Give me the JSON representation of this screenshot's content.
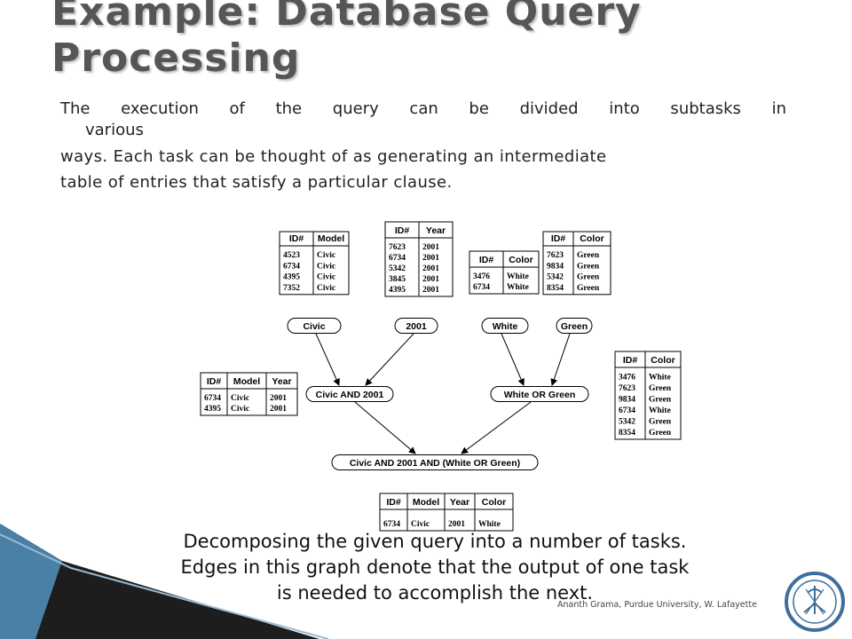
{
  "slide": {
    "title_line1": "Example: Database Query",
    "title_line2": "Processing",
    "intro_line1": "The execution of the query can be divided into subtasks in",
    "intro_line1b": "various",
    "intro_line2": "ways. Each task can be thought of as generating an intermediate",
    "intro_line3": "table of entries that satisfy a particular clause.",
    "caption_line1": "Decomposing the given query into a number of tasks.",
    "caption_line2": "Edges in this graph denote that the output of one task",
    "caption_line3": "is needed to accomplish the next.",
    "footer_credit": "Ananth Grama, Purdue University, W. Lafayette"
  },
  "diagram": {
    "tables": {
      "model": {
        "headers": [
          "ID#",
          "Model"
        ],
        "rows": [
          [
            "4523",
            "Civic"
          ],
          [
            "6734",
            "Civic"
          ],
          [
            "4395",
            "Civic"
          ],
          [
            "7352",
            "Civic"
          ]
        ]
      },
      "year": {
        "headers": [
          "ID#",
          "Year"
        ],
        "rows": [
          [
            "7623",
            "2001"
          ],
          [
            "6734",
            "2001"
          ],
          [
            "5342",
            "2001"
          ],
          [
            "3845",
            "2001"
          ],
          [
            "4395",
            "2001"
          ]
        ]
      },
      "white": {
        "headers": [
          "ID#",
          "Color"
        ],
        "rows": [
          [
            "3476",
            "White"
          ],
          [
            "6734",
            "White"
          ]
        ]
      },
      "green": {
        "headers": [
          "ID#",
          "Color"
        ],
        "rows": [
          [
            "7623",
            "Green"
          ],
          [
            "9834",
            "Green"
          ],
          [
            "5342",
            "Green"
          ],
          [
            "8354",
            "Green"
          ]
        ]
      },
      "civic_2001": {
        "headers": [
          "ID#",
          "Model",
          "Year"
        ],
        "rows": [
          [
            "6734",
            "Civic",
            "2001"
          ],
          [
            "4395",
            "Civic",
            "2001"
          ]
        ]
      },
      "white_or_green": {
        "headers": [
          "ID#",
          "Color"
        ],
        "rows": [
          [
            "3476",
            "White"
          ],
          [
            "7623",
            "Green"
          ],
          [
            "9834",
            "Green"
          ],
          [
            "6734",
            "White"
          ],
          [
            "5342",
            "Green"
          ],
          [
            "8354",
            "Green"
          ]
        ]
      },
      "final": {
        "headers": [
          "ID#",
          "Model",
          "Year",
          "Color"
        ],
        "rows": [
          [
            "6734",
            "Civic",
            "2001",
            "White"
          ]
        ]
      }
    },
    "nodes": {
      "civic": "Civic",
      "year_2001": "2001",
      "white": "White",
      "green": "Green",
      "civic_and_2001": "Civic AND 2001",
      "white_or_green": "White OR Green",
      "final": "Civic AND 2001 AND (White OR Green)"
    }
  }
}
